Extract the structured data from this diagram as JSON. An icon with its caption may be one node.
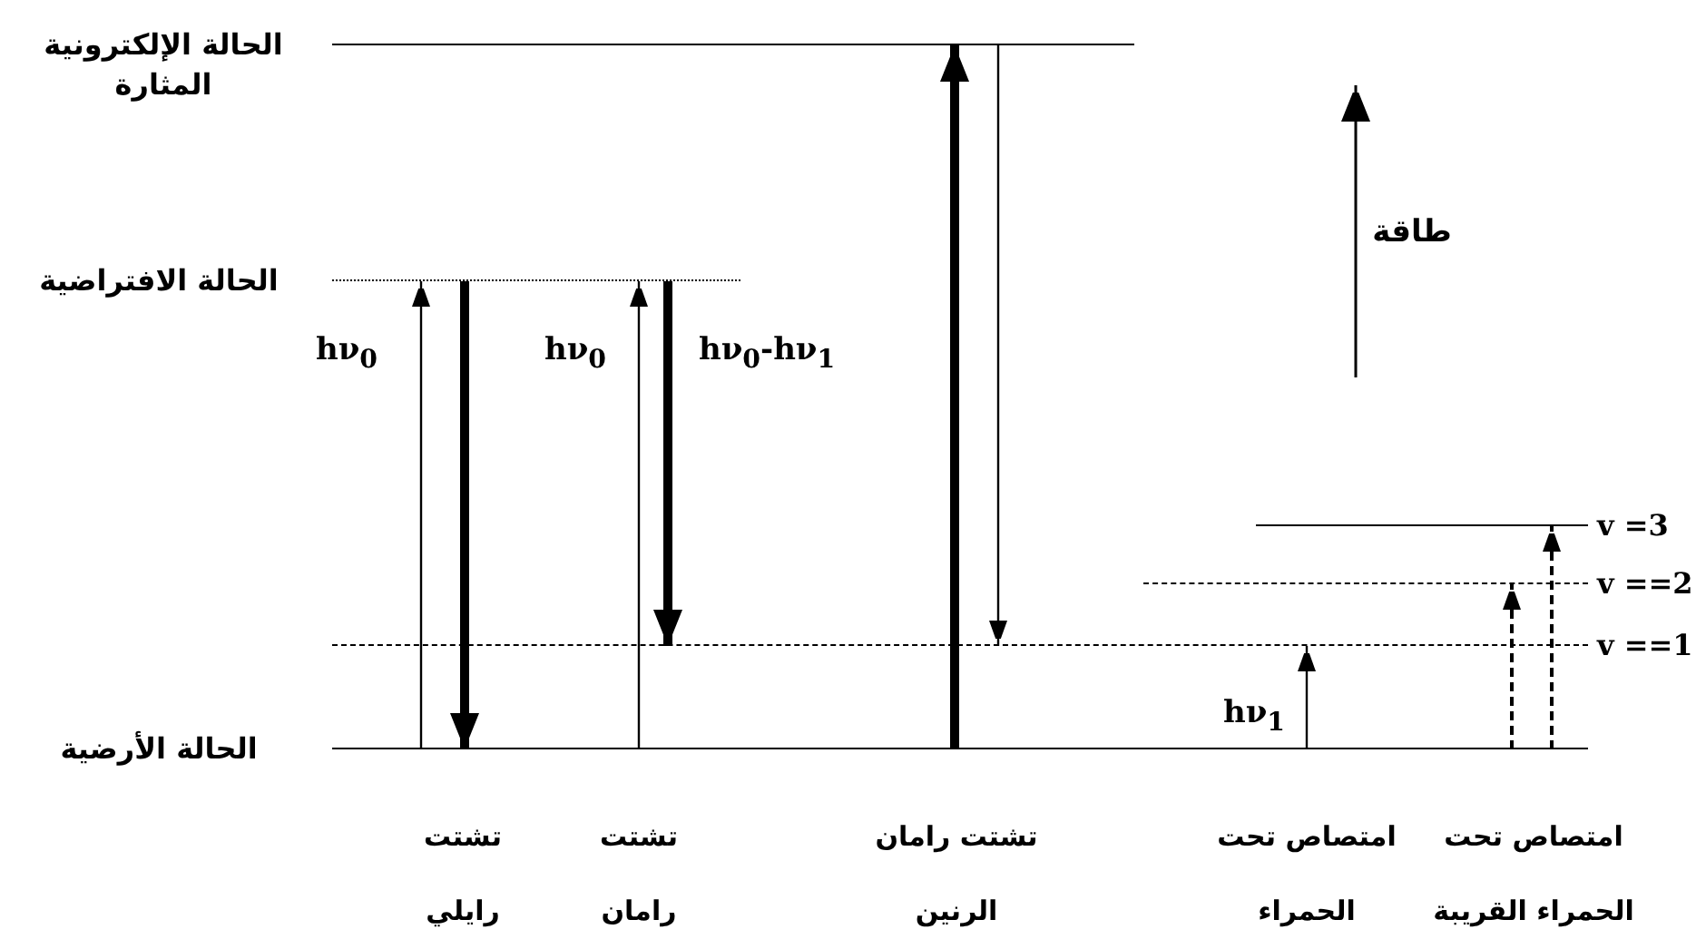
{
  "diagram": {
    "nodes": [
      {
        "text": [
          "الحالة الإلكترونية المثارة"
        ]
      },
      {
        "text": [
          "الحالة الافتراضية"
        ]
      },
      {
        "text": [
          "v =3"
        ]
      },
      {
        "text": [
          "v ==2"
        ]
      },
      {
        "text": [
          "v ==1"
        ]
      },
      {
        "text": [
          "الحالة الأرضية"
        ]
      }
    ],
    "edges": [
      {
        "from": 5,
        "to": 1,
        "arrow": "to",
        "label": "hν$_{0}$"
      },
      {
        "from": 1,
        "to": 5,
        "arrow": "to",
        "style": "thick"
      },
      {
        "from": 5,
        "to": 1,
        "arrow": "to",
        "label": "hν$_{0}$"
      },
      {
        "from": 1,
        "to": 4,
        "arrow": "to",
        "style": "thick",
        "label": "hν$_{0}$-hν$_{1}$"
      },
      {
        "from": 5,
        "to": 0,
        "arrow": "to",
        "style": "thick"
      },
      {
        "from": 0,
        "to": 4,
        "arrow": "to"
      },
      {
        "from": 5,
        "to": 4,
        "arrow": "to",
        "label": "hν$_{1}$"
      },
      {
        "from": 5,
        "to": 3,
        "arrow": "to",
        "style": "dashed"
      },
      {
        "from": 5,
        "to": 2,
        "arrow": "to",
        "style": "dashed"
      }
    ],
    "labels": [
      "طاقة",
      "تشتت رايلي",
      "تشتت رامان",
      "تشتت رامان الرنين",
      "امتصاص تحت الحمراء",
      "امتصاص تحت الحمراء القريبة"
    ]
  }
}
